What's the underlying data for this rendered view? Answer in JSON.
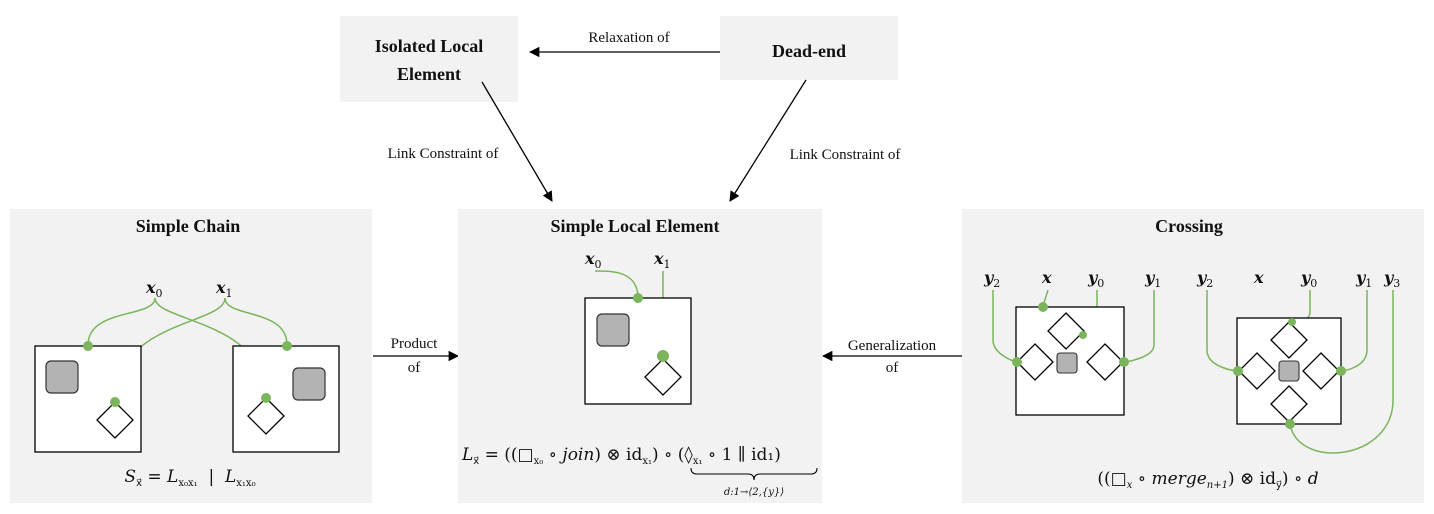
{
  "nodes": {
    "isolated_local_element": {
      "title_line1": "Isolated Local",
      "title_line2": "Element"
    },
    "dead_end": {
      "title": "Dead-end"
    },
    "simple_chain": {
      "title": "Simple Chain"
    },
    "simple_local_element": {
      "title": "Simple Local Element"
    },
    "crossing": {
      "title": "Crossing"
    }
  },
  "edges": {
    "relaxation": {
      "label": "Relaxation of"
    },
    "link_left": {
      "label": "Link Constraint of"
    },
    "link_right": {
      "label": "Link Constraint of"
    },
    "product": {
      "label_line1": "Product",
      "label_line2": "of"
    },
    "generalization": {
      "label_line1": "Generalization",
      "label_line2": "of"
    }
  },
  "variables": {
    "x": "x",
    "y": "y",
    "x0_sub": "0",
    "x1_sub": "1",
    "y0_sub": "0",
    "y1_sub": "1",
    "y2_sub": "2",
    "y3_sub": "3"
  },
  "formulas": {
    "simple_chain": {
      "S": "S",
      "sub_vec": "x⃗",
      "eq": " = ",
      "L": "L",
      "sub_01": "x₀x₁",
      "sep": "  |  ",
      "sub_10": "x₁x₀"
    },
    "simple_local": {
      "L": "L",
      "sub_vec": "x⃗",
      "part1": " = ((□",
      "sub_x0": "x₀",
      "part2": " ∘ ",
      "join": "join",
      "part3": ") ⊗ id",
      "sub_x1": "x₁",
      "part4": ") ∘ ",
      "brace_part_a": "(◊",
      "brace_sub": "x₁",
      "brace_part_b": " ∘ 1 ∥ id₁)",
      "under": "d:1→⟨2,{y}⟩"
    },
    "crossing": {
      "part1": "((□",
      "sub_x": "x",
      "part2": " ∘ ",
      "merge": "merge",
      "sub_merge": "n+1",
      "part3": ") ⊗ id",
      "sub_y": "y⃗",
      "part4": ") ∘ ",
      "d": "d"
    }
  },
  "colors": {
    "panel": "#f2f2f2",
    "link_green": "#7ab55c",
    "dot_green": "#7ab55c",
    "gray_square": "#b3b3b3",
    "stroke": "#000000"
  }
}
